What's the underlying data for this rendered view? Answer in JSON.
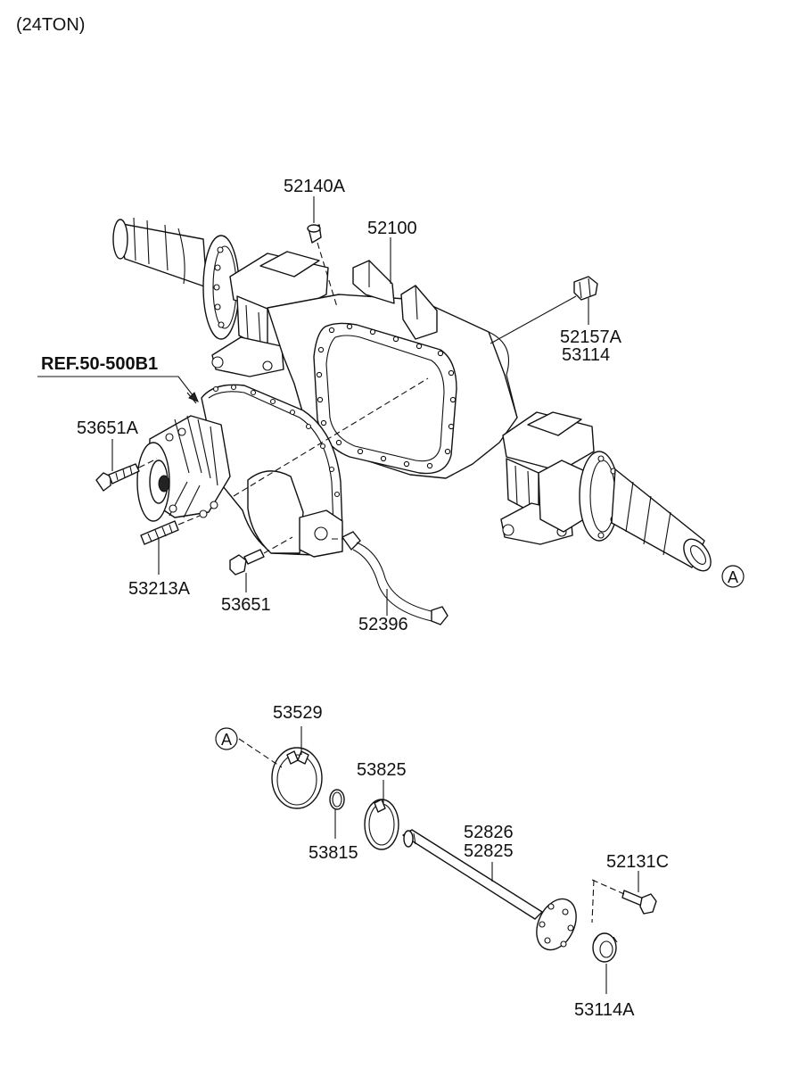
{
  "header": {
    "title": "(24TON)"
  },
  "reference": {
    "label": "REF.50-500B1"
  },
  "callout_marker": {
    "letter": "A"
  },
  "parts": {
    "p52140A": "52140A",
    "p52100": "52100",
    "p52157A": "52157A",
    "p53114": "53114",
    "p53651A": "53651A",
    "p53213A": "53213A",
    "p53651": "53651",
    "p52396": "52396",
    "p53529": "53529",
    "p53825": "53825",
    "p53815": "53815",
    "p52826": "52826",
    "p52825": "52825",
    "p52131C": "52131C",
    "p53114A": "53114A"
  }
}
